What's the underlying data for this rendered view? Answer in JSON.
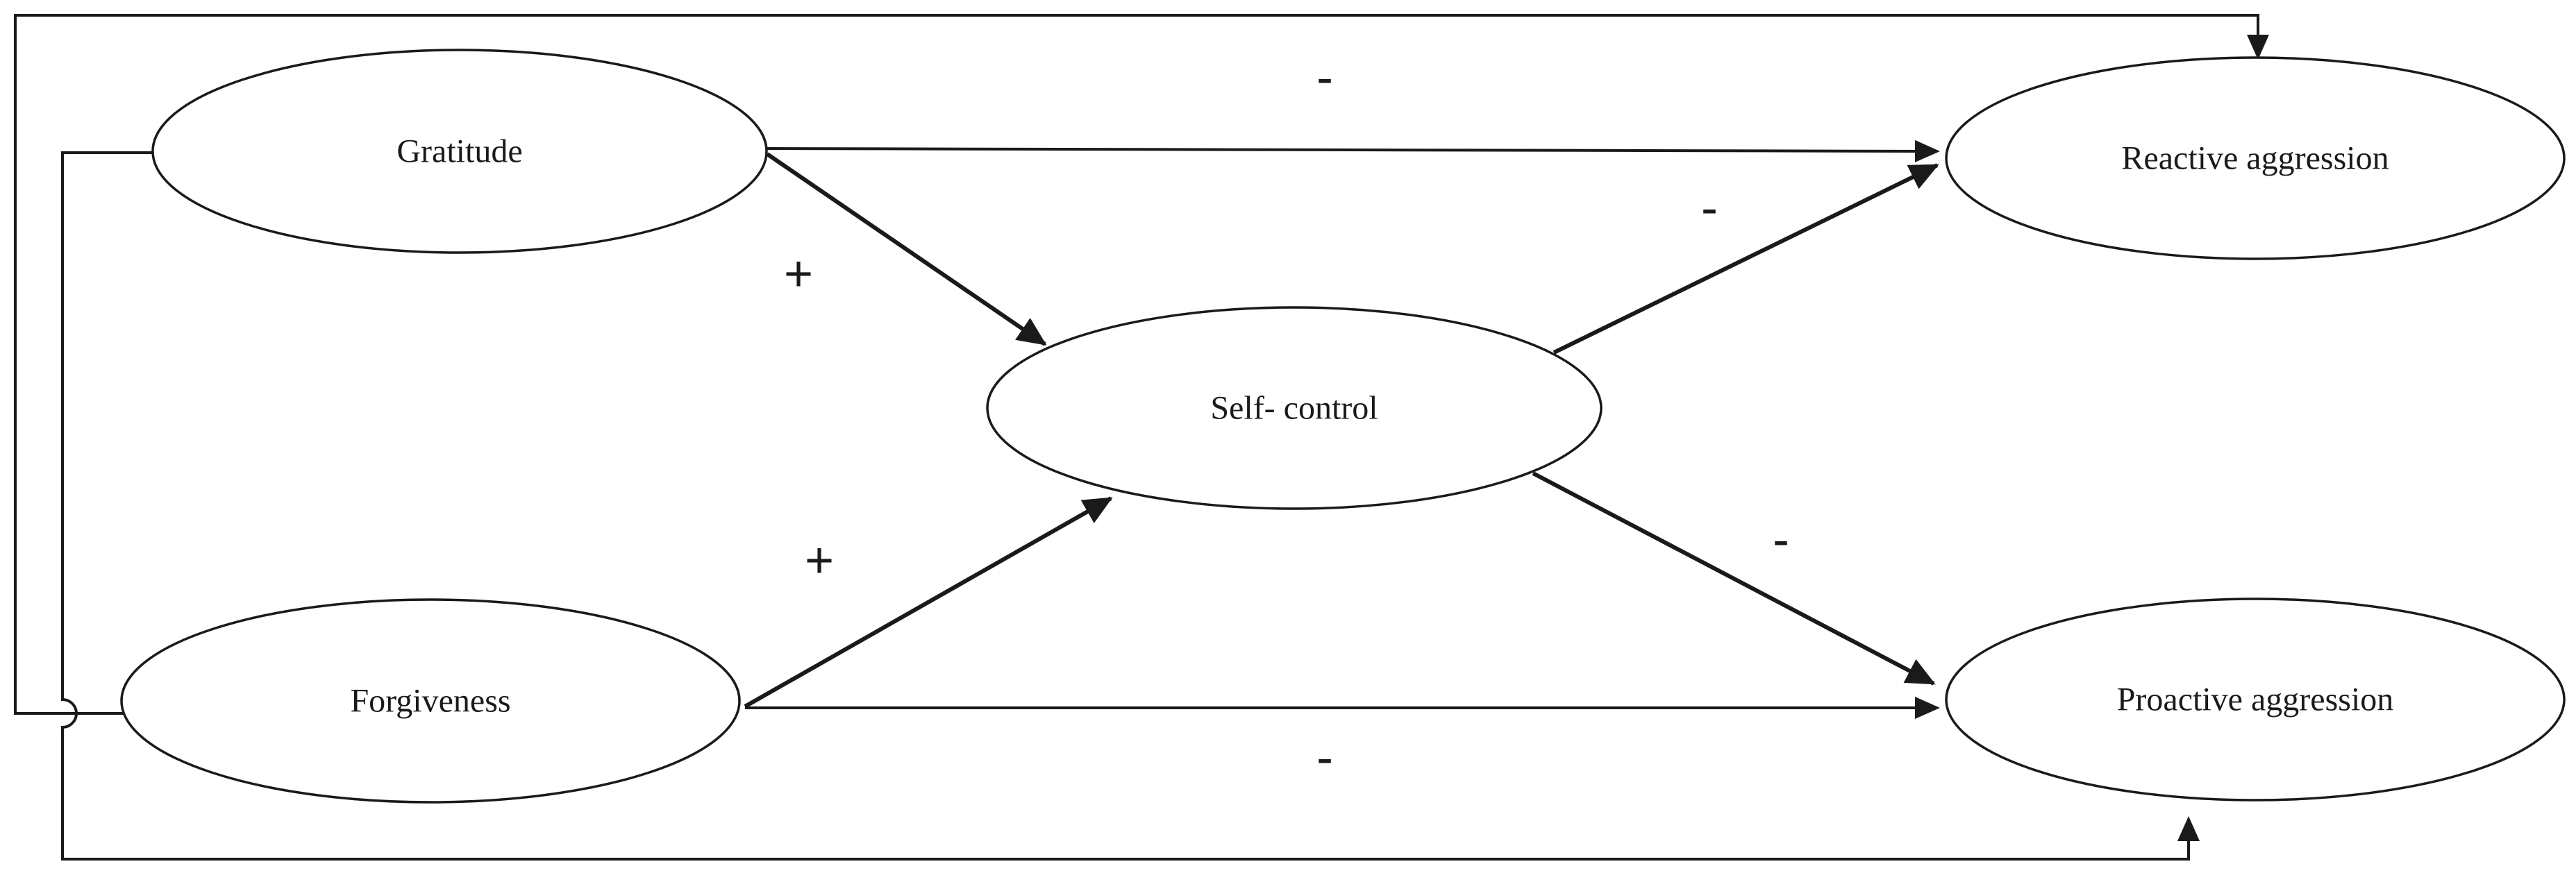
{
  "nodes": {
    "gratitude": {
      "label": "Gratitude"
    },
    "forgiveness": {
      "label": "Forgiveness"
    },
    "self_control": {
      "label": "Self- control"
    },
    "reactive_aggression": {
      "label": "Reactive aggression"
    },
    "proactive_aggression": {
      "label": "Proactive aggression"
    }
  },
  "edges": [
    {
      "from": "gratitude",
      "to": "reactive_aggression",
      "sign": "-"
    },
    {
      "from": "gratitude",
      "to": "self_control",
      "sign": "+"
    },
    {
      "from": "forgiveness",
      "to": "self_control",
      "sign": "+"
    },
    {
      "from": "forgiveness",
      "to": "proactive_aggression",
      "sign": "-"
    },
    {
      "from": "self_control",
      "to": "reactive_aggression",
      "sign": "-"
    },
    {
      "from": "self_control",
      "to": "proactive_aggression",
      "sign": "-"
    },
    {
      "from": "forgiveness",
      "to": "reactive_aggression",
      "sign": ""
    },
    {
      "from": "gratitude",
      "to": "proactive_aggression",
      "sign": ""
    }
  ],
  "signs": {
    "gratitude_to_reactive": "-",
    "gratitude_to_self_control": "+",
    "forgiveness_to_self_control": "+",
    "forgiveness_to_proactive": "-",
    "self_control_to_reactive": "-",
    "self_control_to_proactive": "-"
  },
  "colors": {
    "stroke": "#1a1a1a",
    "background": "#ffffff"
  }
}
